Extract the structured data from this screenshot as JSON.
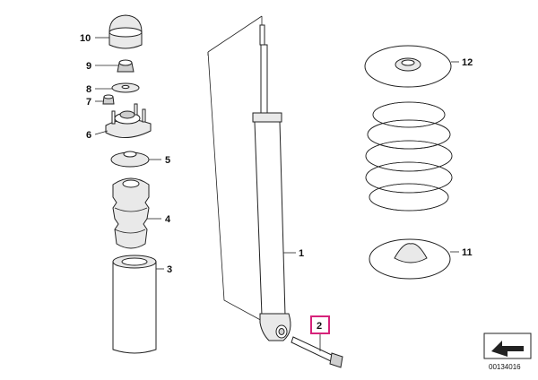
{
  "diagram": {
    "document_number": "00134016",
    "highlight_color": "#d6237a",
    "callouts": [
      {
        "id": "callout-1",
        "label": "1"
      },
      {
        "id": "callout-2",
        "label": "2"
      },
      {
        "id": "callout-3",
        "label": "3"
      },
      {
        "id": "callout-4",
        "label": "4"
      },
      {
        "id": "callout-5",
        "label": "5"
      },
      {
        "id": "callout-6",
        "label": "6"
      },
      {
        "id": "callout-7",
        "label": "7"
      },
      {
        "id": "callout-8",
        "label": "8"
      },
      {
        "id": "callout-9",
        "label": "9"
      },
      {
        "id": "callout-10",
        "label": "10"
      },
      {
        "id": "callout-11",
        "label": "11"
      },
      {
        "id": "callout-12",
        "label": "12"
      }
    ],
    "highlighted_callout": "2",
    "corner_icon": "arrow-out-of-box-icon"
  }
}
